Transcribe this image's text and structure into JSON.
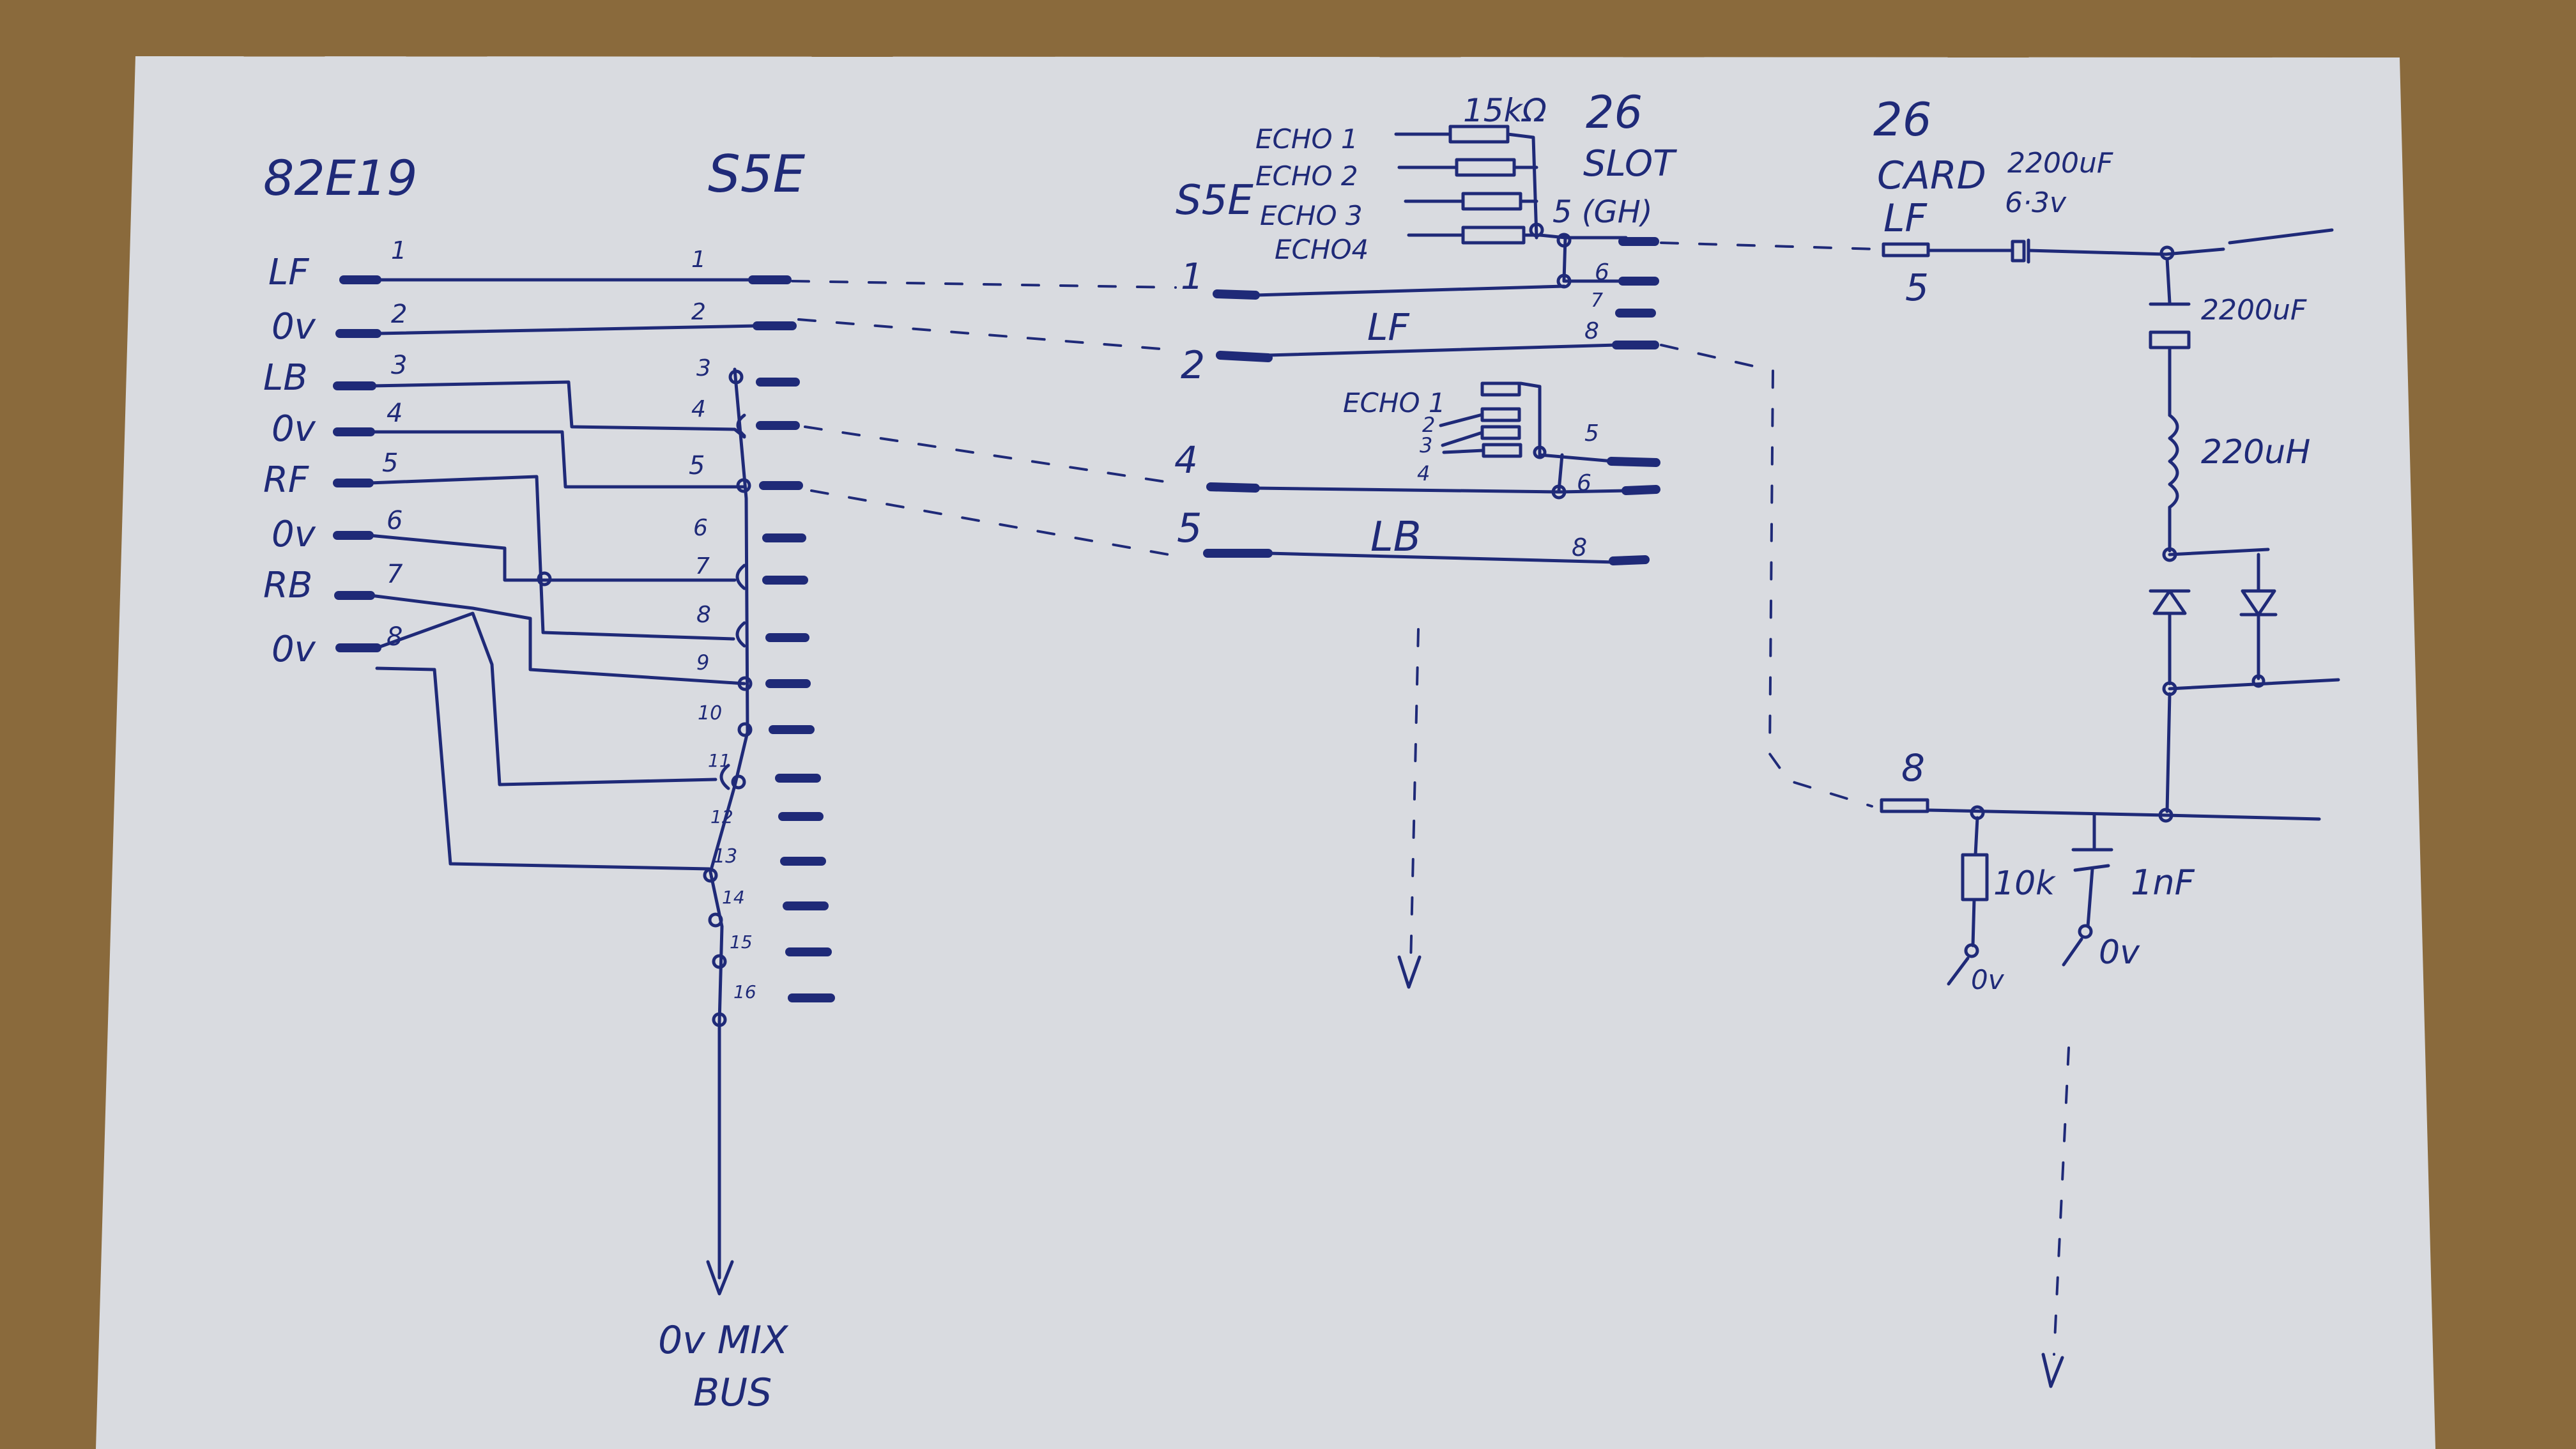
{
  "colors": {
    "paper": "#d9dbe0",
    "ink": "#1f2a78",
    "table": "#8a6a3c"
  },
  "left": {
    "title_a": "82E19",
    "title_b": "S5E",
    "labels": [
      "LF",
      "0v",
      "LB",
      "0v",
      "RF",
      "0v",
      "RB",
      "0v"
    ],
    "pin_numbers": [
      "1",
      "2",
      "3",
      "4",
      "5",
      "6",
      "7",
      "8"
    ],
    "s5e_numbers": [
      "1",
      "2",
      "3",
      "4",
      "5",
      "6",
      "7",
      "8",
      "9",
      "10",
      "11",
      "12",
      "13",
      "14",
      "15",
      "16"
    ],
    "bus_line1": "0v MIX",
    "bus_line2": "BUS"
  },
  "middle": {
    "title_s5e": "S5E",
    "title_26": "26",
    "title_slot": "SLOT",
    "resistor": "15kΩ",
    "echo_top": [
      "ECHO 1",
      "ECHO 2",
      "ECHO 3",
      "ECHO4"
    ],
    "slot_pin": "5 (GH)",
    "pins": [
      "6",
      "7",
      "8"
    ],
    "rows": [
      "1",
      "2",
      "4",
      "5"
    ],
    "lf": "LF",
    "lb": "LB",
    "echo_mid": "ECHO 1",
    "echo_mid_nums": [
      "2",
      "3",
      "4"
    ],
    "mid_pins": [
      "5",
      "6",
      "8"
    ]
  },
  "right": {
    "title_26": "26",
    "title_card": "CARD",
    "title_lf": "LF",
    "pin5": "5",
    "cap1": "2200uF",
    "cap1_v": "6·3v",
    "cap2": "2200uF",
    "inductor": "220uH",
    "pin8": "8",
    "res": "10k",
    "cap3": "1nF",
    "gnd1": "0v",
    "gnd2": "0v"
  }
}
